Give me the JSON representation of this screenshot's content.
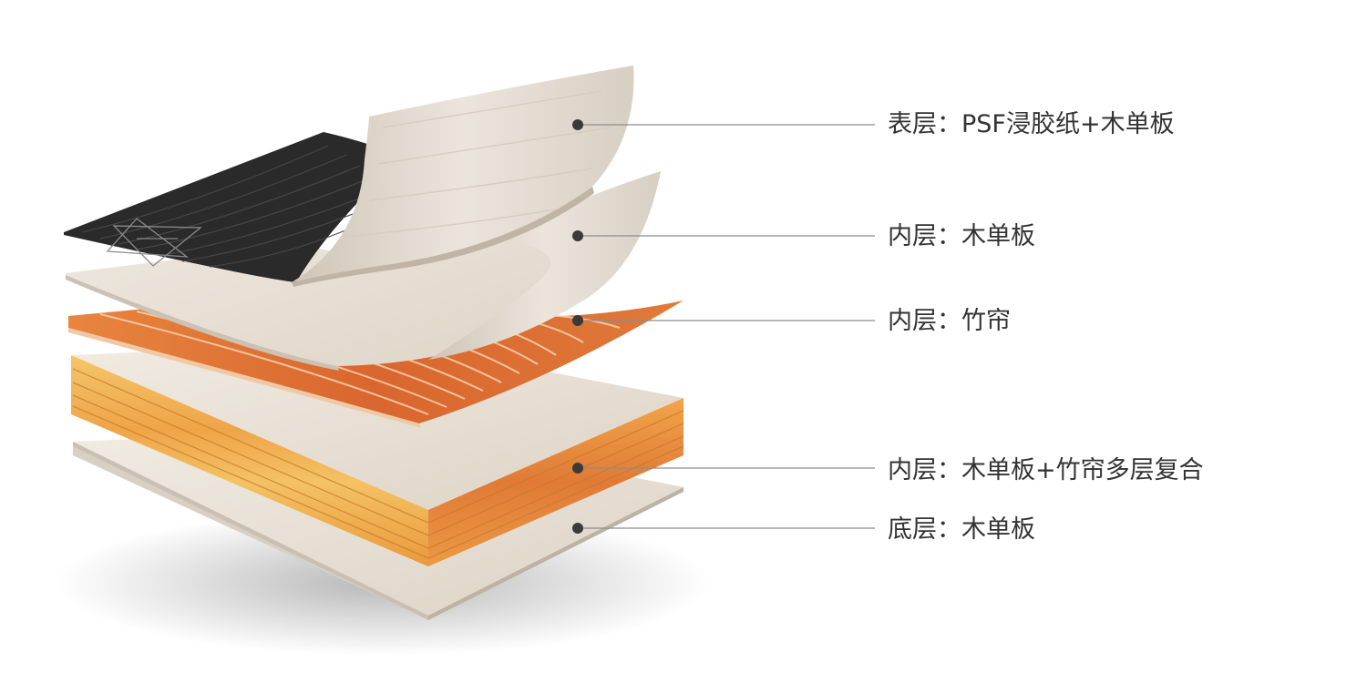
{
  "colors": {
    "leader_line": "#8c8c8c",
    "dot": "#3a3a3a",
    "label_text": "#333333",
    "dark_veneer": "#2b2b2b",
    "light_veneer": "#e9e1d6",
    "bamboo": "#e3733a",
    "core_edge": "#f0b04a"
  },
  "layers": [
    {
      "id": "top",
      "label": "表层：PSF浸胶纸+木单板"
    },
    {
      "id": "inner-1",
      "label": "内层：木单板"
    },
    {
      "id": "inner-2",
      "label": "内层：竹帘"
    },
    {
      "id": "inner-3",
      "label": "内层：木单板+竹帘多层复合"
    },
    {
      "id": "bottom",
      "label": "底层：木单板"
    }
  ]
}
